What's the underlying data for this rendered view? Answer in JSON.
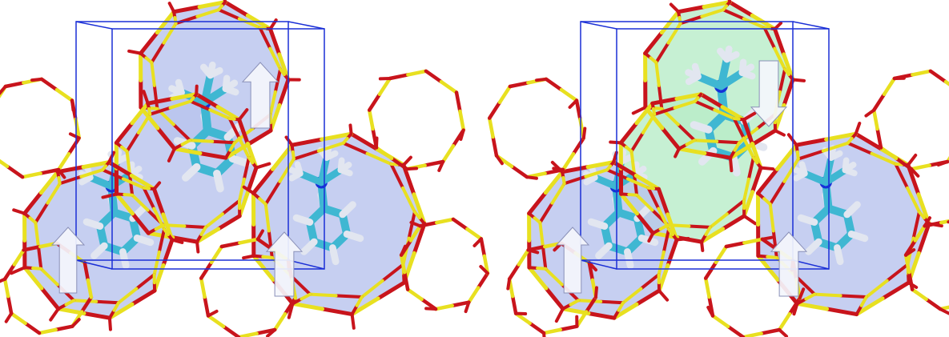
{
  "colors": {
    "background": "#ffffff",
    "oxygen": "#c8141c",
    "silicon": "#e8e020",
    "cell_box": "#1a2fd6",
    "cage_blue": "#b8c3ee",
    "cage_green": "#b8ecc8",
    "carbon": "#3fb7d2",
    "hydrogen": "#e2e6f0",
    "nitrogen": "#1530d8",
    "arrow_fill": "#f4f6fc",
    "arrow_stroke": "#8a90b8"
  },
  "panels": [
    {
      "id": "left",
      "cages": [
        "blue",
        "blue",
        "blue",
        "blue"
      ],
      "arrows": [
        "up",
        "up",
        "up"
      ]
    },
    {
      "id": "right",
      "cages": [
        "green",
        "green",
        "blue",
        "blue"
      ],
      "arrows": [
        "down",
        "up",
        "up"
      ]
    }
  ]
}
